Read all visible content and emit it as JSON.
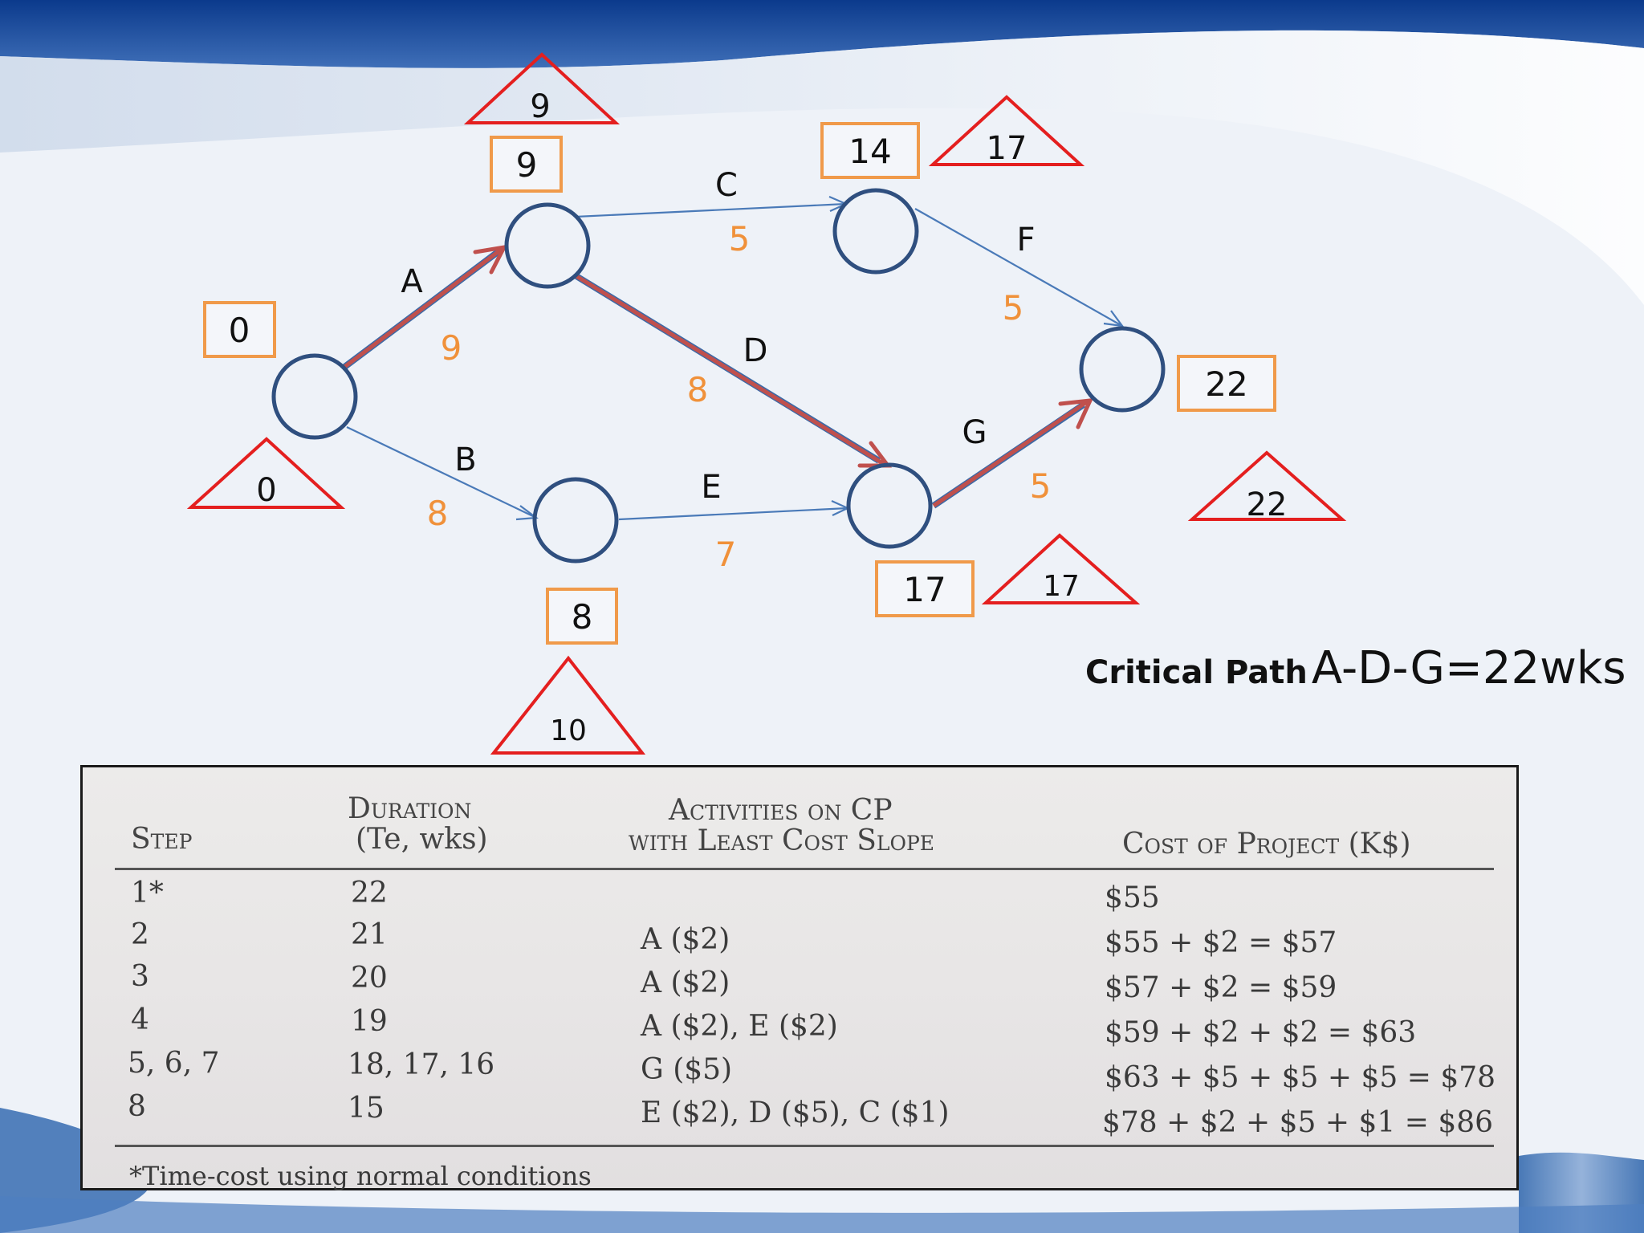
{
  "diagram": {
    "activities": [
      {
        "id": "A",
        "duration": "9",
        "critical": true
      },
      {
        "id": "B",
        "duration": "8",
        "critical": false
      },
      {
        "id": "C",
        "duration": "5",
        "critical": false
      },
      {
        "id": "D",
        "duration": "8",
        "critical": true
      },
      {
        "id": "E",
        "duration": "7",
        "critical": false
      },
      {
        "id": "F",
        "duration": "5",
        "critical": false
      },
      {
        "id": "G",
        "duration": "5",
        "critical": true
      }
    ],
    "early_times": [
      "0",
      "9",
      "8",
      "14",
      "17",
      "22"
    ],
    "late_times": [
      "0",
      "9",
      "10",
      "17",
      "17",
      "22"
    ]
  },
  "critical_path": {
    "label": "Critical Path",
    "value": "A-D-G=22wks"
  },
  "table": {
    "headers": {
      "step": "Step",
      "duration_line1": "Duration",
      "duration_line2": "(Te, wks)",
      "activities_line1": "Activities on CP",
      "activities_line2": "with Least Cost Slope",
      "cost": "Cost of Project (K$)"
    },
    "rows": [
      {
        "step": "1*",
        "duration": "22",
        "activities": "",
        "cost": "$55"
      },
      {
        "step": "2",
        "duration": "21",
        "activities": "A ($2)",
        "cost": "$55 + $2 = $57"
      },
      {
        "step": "3",
        "duration": "20",
        "activities": "A ($2)",
        "cost": "$57 + $2 = $59"
      },
      {
        "step": "4",
        "duration": "19",
        "activities": "A ($2), E ($2)",
        "cost": "$59 + $2 + $2 = $63"
      },
      {
        "step": "5, 6, 7",
        "duration": "18, 17, 16",
        "activities": "G ($5)",
        "cost": "$63 + $5 + $5 + $5 = $78"
      },
      {
        "step": "8",
        "duration": "15",
        "activities": "E ($2), D ($5), C ($1)",
        "cost": "$78 + $2 + $5 + $1 = $86"
      }
    ],
    "footnote": "*Time-cost using normal conditions"
  },
  "colors": {
    "critical_edge": "#c0504d",
    "edge": "#4a7ab8",
    "node": "#2f4f7f",
    "early_box": "#f09a4a",
    "late_triangle": "#e41f1f",
    "duration_text": "#f0913a"
  }
}
